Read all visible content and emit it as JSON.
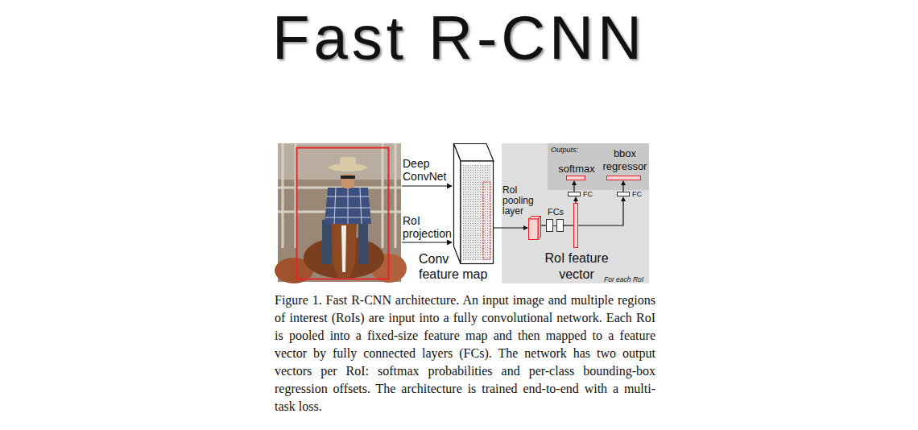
{
  "diagram": {
    "title": "Fast R-CNN",
    "caption": "Figure 1. Fast R-CNN architecture. An input image and multiple regions of interest (RoIs) are input into a fully convolutional network. Each RoI is pooled into a fixed-size feature map and then mapped to a feature vector by fully connected layers (FCs). The network has two output vectors per RoI: softmax probabilities and per-class bounding-box regression offsets. The architecture is trained end-to-end with a multi-task loss.",
    "nodes": [
      {
        "text": [
          "Conv feature map"
        ]
      },
      {
        "text": [
          "For each RoI"
        ]
      },
      {
        "text": [
          "Outputs:"
        ],
        "in": 1
      },
      {
        "text": [
          "softmax"
        ],
        "in": 2
      },
      {
        "text": [
          "bbox regressor"
        ],
        "in": 2
      },
      {
        "text": [
          "RoI pooling layer"
        ],
        "in": 1
      },
      {
        "text": [
          "FCs"
        ],
        "in": 1
      },
      {
        "text": [
          "RoI feature vector"
        ],
        "in": 1
      },
      {
        "text": [
          "FC"
        ],
        "in": 1
      },
      {
        "text": [
          "FC"
        ],
        "in": 1
      }
    ],
    "edges": [
      {
        "from": 0,
        "to": 5,
        "arrow": "to"
      },
      {
        "from": 5,
        "to": 6,
        "arrow": "none"
      },
      {
        "from": 6,
        "to": 7,
        "arrow": "none"
      },
      {
        "from": 7,
        "to": 8,
        "arrow": "to"
      },
      {
        "from": 7,
        "to": 9,
        "arrow": "to"
      },
      {
        "from": 8,
        "to": 3,
        "arrow": "to"
      },
      {
        "from": 9,
        "to": 4,
        "arrow": "to"
      }
    ],
    "labels": [
      "Deep ConvNet",
      "RoI projection"
    ]
  }
}
